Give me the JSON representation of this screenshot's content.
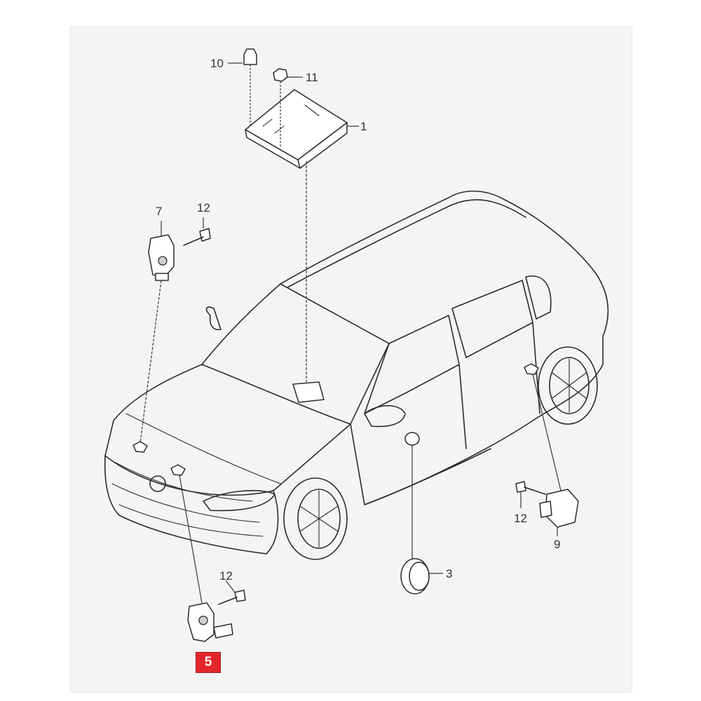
{
  "diagram": {
    "callouts": {
      "c1": "1",
      "c3": "3",
      "c5": "5",
      "c7": "7",
      "c9": "9",
      "c10": "10",
      "c11": "11",
      "c12a": "12",
      "c12b": "12",
      "c12c": "12"
    },
    "highlight": {
      "label": "5",
      "color": "#e3262b"
    }
  }
}
